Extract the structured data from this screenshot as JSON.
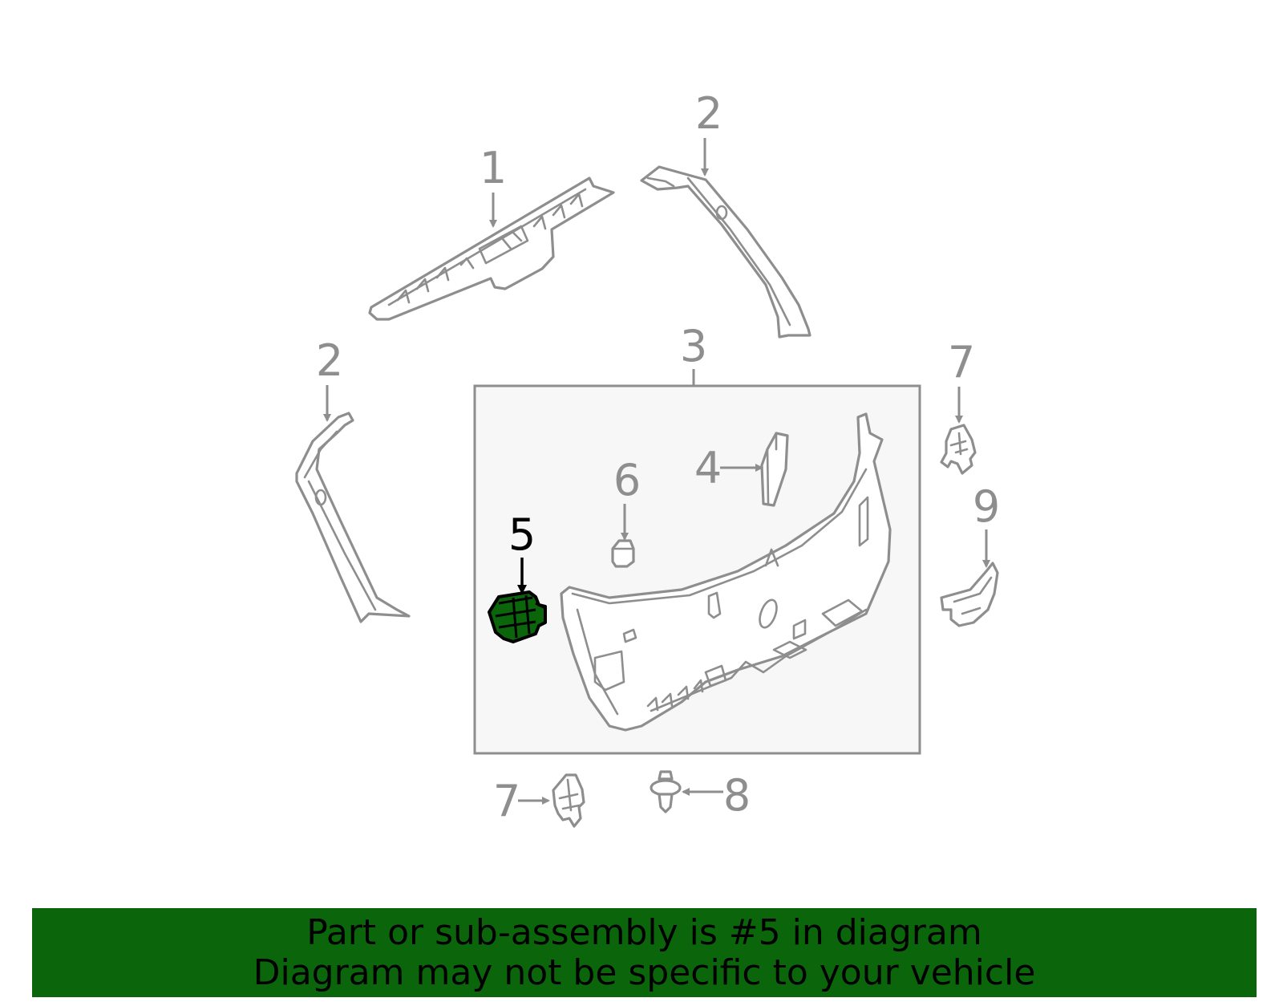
{
  "diagram": {
    "callouts": {
      "c1": "1",
      "c2_top": "2",
      "c2_left": "2",
      "c3": "3",
      "c4": "4",
      "c5": "5",
      "c6": "6",
      "c7_right": "7",
      "c7_bottom": "7",
      "c8": "8",
      "c9": "9"
    },
    "highlighted_part": "5",
    "colors": {
      "highlight": "#0b650b",
      "line": "#8e8e8e",
      "panel_fill": "#f7f7f7"
    }
  },
  "banner": {
    "line1": "Part or sub-assembly is #5 in diagram",
    "line2": "Diagram may not be specific to your vehicle"
  }
}
